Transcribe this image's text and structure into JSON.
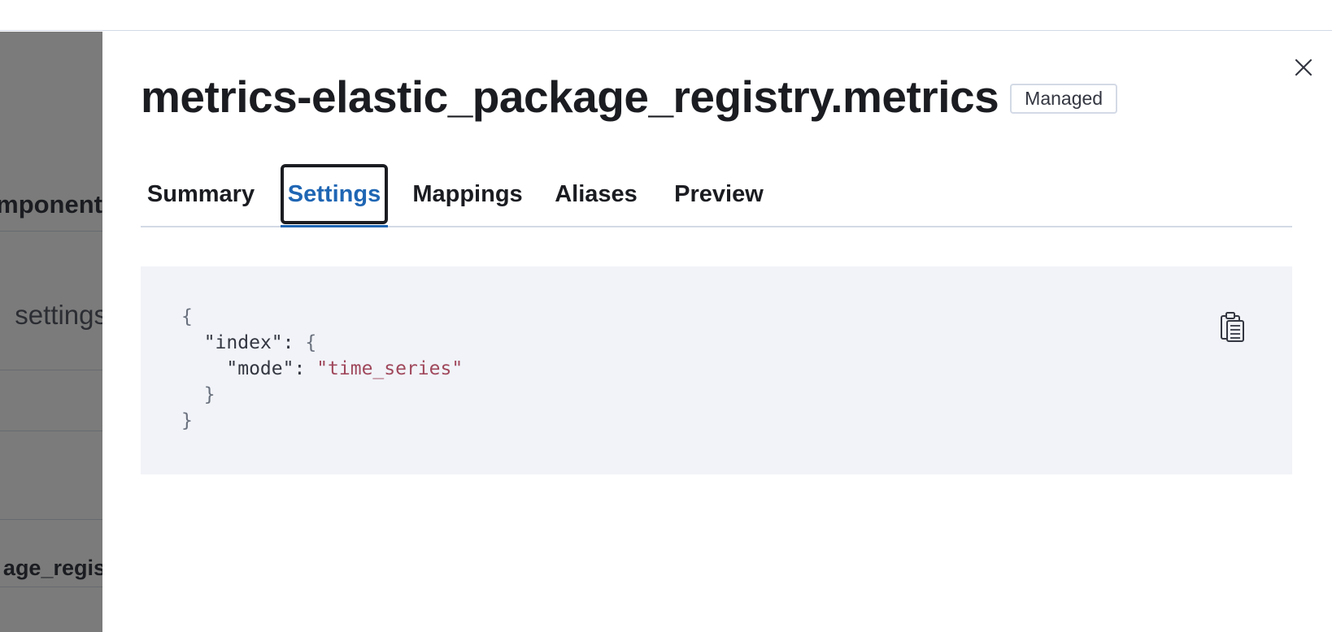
{
  "background": {
    "heading_fragment": "mponent",
    "description_fragment": "settings",
    "row_fragment": "age_regis"
  },
  "flyout": {
    "title": "metrics-elastic_package_registry.metrics",
    "badge": "Managed",
    "close_icon": "close-icon",
    "tabs": [
      {
        "label": "Summary",
        "selected": false
      },
      {
        "label": "Settings",
        "selected": true
      },
      {
        "label": "Mappings",
        "selected": false
      },
      {
        "label": "Aliases",
        "selected": false
      },
      {
        "label": "Preview",
        "selected": false
      }
    ],
    "code": {
      "open_brace": "{",
      "index_key": "\"index\"",
      "index_colon": ": ",
      "index_open": "{",
      "mode_key": "\"mode\"",
      "mode_colon": ": ",
      "mode_value": "\"time_series\"",
      "index_close": "}",
      "close_brace": "}"
    },
    "copy_icon": "clipboard-icon"
  },
  "colors": {
    "selected_tab": "#1f66b4",
    "string_value": "#a0485c",
    "code_background": "#f1f3f8",
    "backdrop": "#7b7b7b"
  }
}
